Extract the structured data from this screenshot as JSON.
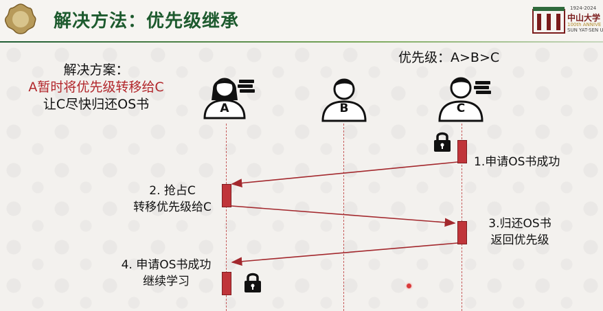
{
  "header": {
    "title": "解决方法：优先级继承",
    "logo": {
      "years": "1924-2024",
      "name_cn": "中山大学",
      "anniversary": "100th ANNIVE",
      "name_en": "SUN YAT-SEN UNIV"
    }
  },
  "solution": {
    "heading": "解决方案：",
    "line1": "A暂时将优先级转移给C",
    "line2": "让C尽快归还OS书"
  },
  "priority_note": "优先级：A>B>C",
  "actors": [
    {
      "letter": "A",
      "has_books": true
    },
    {
      "letter": "B",
      "has_books": false
    },
    {
      "letter": "C",
      "has_books": true
    }
  ],
  "steps": [
    {
      "lines": [
        "1.申请OS书成功"
      ]
    },
    {
      "lines": [
        "2. 抢占C",
        "转移优先级给C"
      ]
    },
    {
      "lines": [
        "3.归还OS书",
        "返回优先级"
      ]
    },
    {
      "lines": [
        "4. 申请OS书成功",
        "继续学习"
      ]
    }
  ],
  "colors": {
    "title_green": "#1d5a2e",
    "accent_red": "#b2262b",
    "arrow_red": "#a3282d",
    "activation_red": "#c0353a"
  },
  "icons": [
    "lock-icon",
    "books-icon",
    "user-icon",
    "badge-logo-icon"
  ]
}
